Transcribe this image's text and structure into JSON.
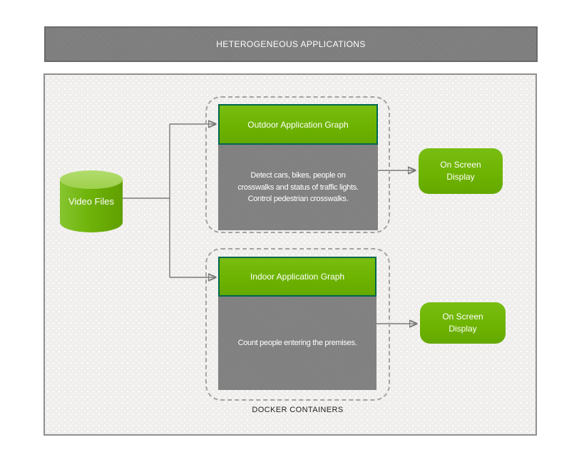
{
  "header": {
    "title": "HETEROGENEOUS APPLICATIONS"
  },
  "source": {
    "label": "Video Files"
  },
  "groups": [
    {
      "title": "Outdoor Application Graph",
      "body_lines": [
        "Detect cars, bikes, people on",
        "crosswalks and status of traffic lights.",
        "Control pedestrian crosswalks."
      ],
      "output_label": "On Screen Display"
    },
    {
      "title": "Indoor Application Graph",
      "body_lines": [
        "Count people entering the premises."
      ],
      "output_label": "On Screen Display"
    }
  ],
  "footer": {
    "label": "DOCKER CONTAINERS"
  },
  "colors": {
    "accent_green": "#6db300",
    "cylinder_top_green": "#a5d65c",
    "block_border_teal": "#00664f",
    "block_gray": "#7f7f7f",
    "bar_gray": "#7e7e7e",
    "board_background": "#efeeec",
    "arrow_gray": "#7a7a7a",
    "dashed_border": "#a3a3a3"
  }
}
